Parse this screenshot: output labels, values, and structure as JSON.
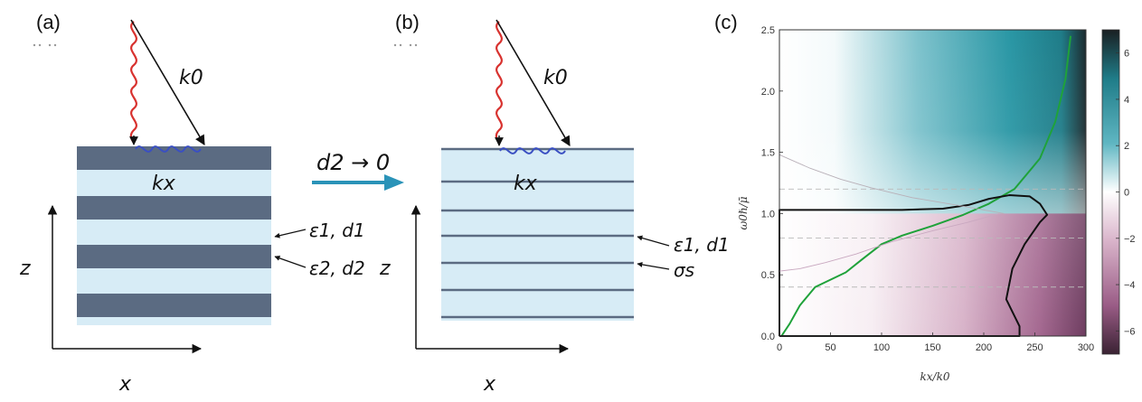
{
  "panels": {
    "a": {
      "label": "(a)",
      "k0": "k0",
      "kx": "kx",
      "layer1": "ε1, d1",
      "layer2": "ε2, d2",
      "z": "z",
      "x": "x"
    },
    "transition": {
      "label": "d2 → 0"
    },
    "b": {
      "label": "(b)",
      "k0": "k0",
      "kx": "kx",
      "layer1": "ε1, d1",
      "sheet": "σs",
      "z": "z",
      "x": "x"
    },
    "c": {
      "label": "(c)"
    }
  },
  "colors": {
    "layer_dark": "#5b6b82",
    "layer_light": "#d7ecf6",
    "photon": "#d8322f",
    "plasmon": "#3a4fc2",
    "arrow_teal": "#2a93b8",
    "curve_green": "#1fa23a",
    "map_teal": "#1e8a98",
    "map_purple": "#8a4876"
  },
  "chart_data": {
    "type": "heatmap",
    "xlabel": "kx/k0",
    "ylabel": "ω0ℏ/μ̄",
    "xlim": [
      0,
      300
    ],
    "ylim": [
      0,
      2.5
    ],
    "x_ticks": [
      0,
      50,
      100,
      150,
      200,
      250,
      300
    ],
    "y_ticks": [
      0.0,
      0.5,
      1.0,
      1.5,
      2.0,
      2.5
    ],
    "y_tick_labels": [
      "0.0",
      "0.5",
      "1.0",
      "1.5",
      "2.0",
      "2.5"
    ],
    "colorbar_range": [
      -7,
      7
    ],
    "colorbar_ticks": [
      6,
      4,
      2,
      0,
      -2,
      -4,
      -6
    ],
    "colorbar_tick_labels": [
      "6",
      "4",
      "2",
      "0",
      "−2",
      "−4",
      "−6"
    ],
    "dashed_levels_y": [
      0.4,
      0.8,
      1.2
    ],
    "series": [
      {
        "type": "line",
        "color": "#1fa23a",
        "x": [
          2,
          10,
          20,
          35,
          50,
          65,
          80,
          100,
          120,
          150,
          180,
          205,
          230,
          255,
          270,
          280,
          285
        ],
        "y": [
          0.0,
          0.1,
          0.25,
          0.4,
          0.46,
          0.52,
          0.62,
          0.75,
          0.82,
          0.9,
          0.99,
          1.08,
          1.2,
          1.45,
          1.75,
          2.1,
          2.45
        ]
      },
      {
        "type": "line",
        "color": "#111111",
        "x": [
          0,
          0,
          90,
          120,
          160,
          185,
          205,
          225,
          245,
          255,
          262,
          255,
          240,
          228,
          222,
          235,
          235,
          0
        ],
        "y": [
          0.0,
          1.03,
          1.03,
          1.03,
          1.04,
          1.07,
          1.12,
          1.15,
          1.14,
          1.08,
          0.99,
          0.93,
          0.75,
          0.55,
          0.3,
          0.08,
          0.0,
          0.0
        ]
      },
      {
        "type": "line",
        "color": "#b8b0b8",
        "x": [
          0,
          30,
          60,
          90,
          130,
          180,
          220
        ],
        "y": [
          1.48,
          1.37,
          1.28,
          1.21,
          1.13,
          1.06,
          1.0
        ]
      },
      {
        "type": "line",
        "color": "#c9a8c0",
        "x": [
          0,
          20,
          45,
          75,
          110,
          150,
          185,
          215
        ],
        "y": [
          0.53,
          0.55,
          0.6,
          0.67,
          0.77,
          0.86,
          0.93,
          1.0
        ]
      }
    ]
  }
}
